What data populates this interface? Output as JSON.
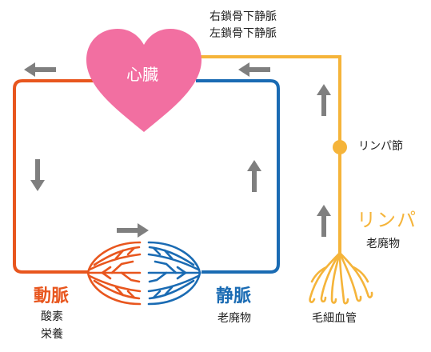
{
  "labels": {
    "heart": "心臓",
    "vein_top_1": "右鎖骨下静脈",
    "vein_top_2": "左鎖骨下静脈",
    "artery": "動脈",
    "artery_sub_1": "酸素",
    "artery_sub_2": "栄養",
    "vein": "静脈",
    "vein_sub": "老廃物",
    "lymph": "リンパ",
    "lymph_sub": "老廃物",
    "lymph_node": "リンパ節",
    "capillary": "毛細血管"
  },
  "colors": {
    "heart": "#f26fa1",
    "artery": "#e8561e",
    "vein": "#1a6bb3",
    "lymph": "#f5b43a",
    "arrow": "#7f7f7f"
  }
}
